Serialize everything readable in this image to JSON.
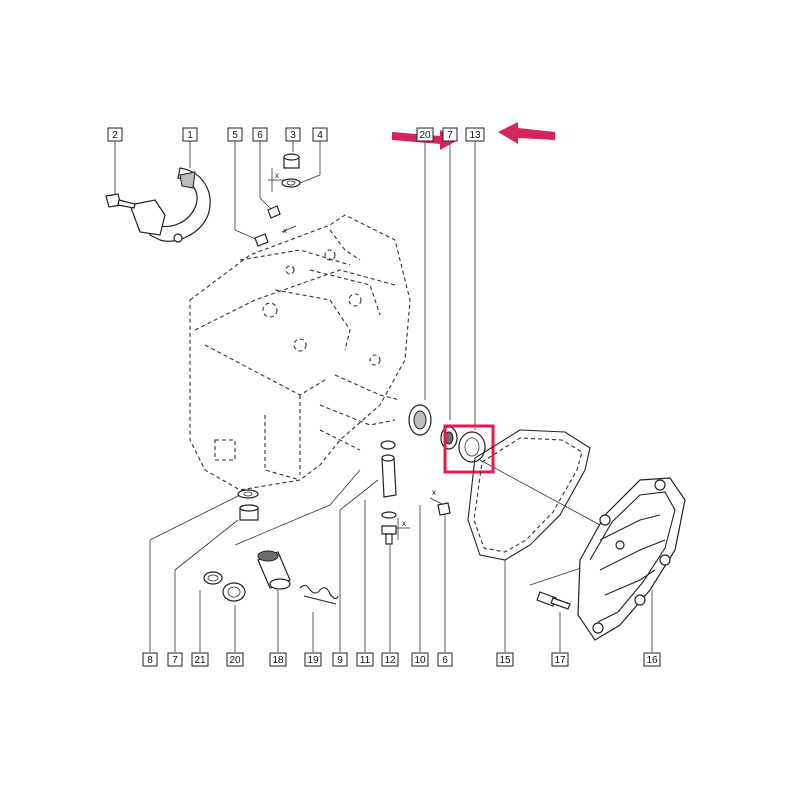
{
  "diagram": {
    "callouts": [
      "2",
      "1",
      "5",
      "6",
      "3",
      "4",
      "20",
      "7",
      "13",
      "8",
      "7",
      "21",
      "20",
      "18",
      "19",
      "9",
      "11",
      "12",
      "10",
      "6",
      "15",
      "17",
      "16"
    ],
    "dimension_marks": [
      "x",
      "x",
      "x",
      "x"
    ],
    "colors": {
      "line": "#222222",
      "highlight": "#e8174f",
      "arrow": "#d6245a",
      "shade": "#bdbdbd"
    }
  }
}
